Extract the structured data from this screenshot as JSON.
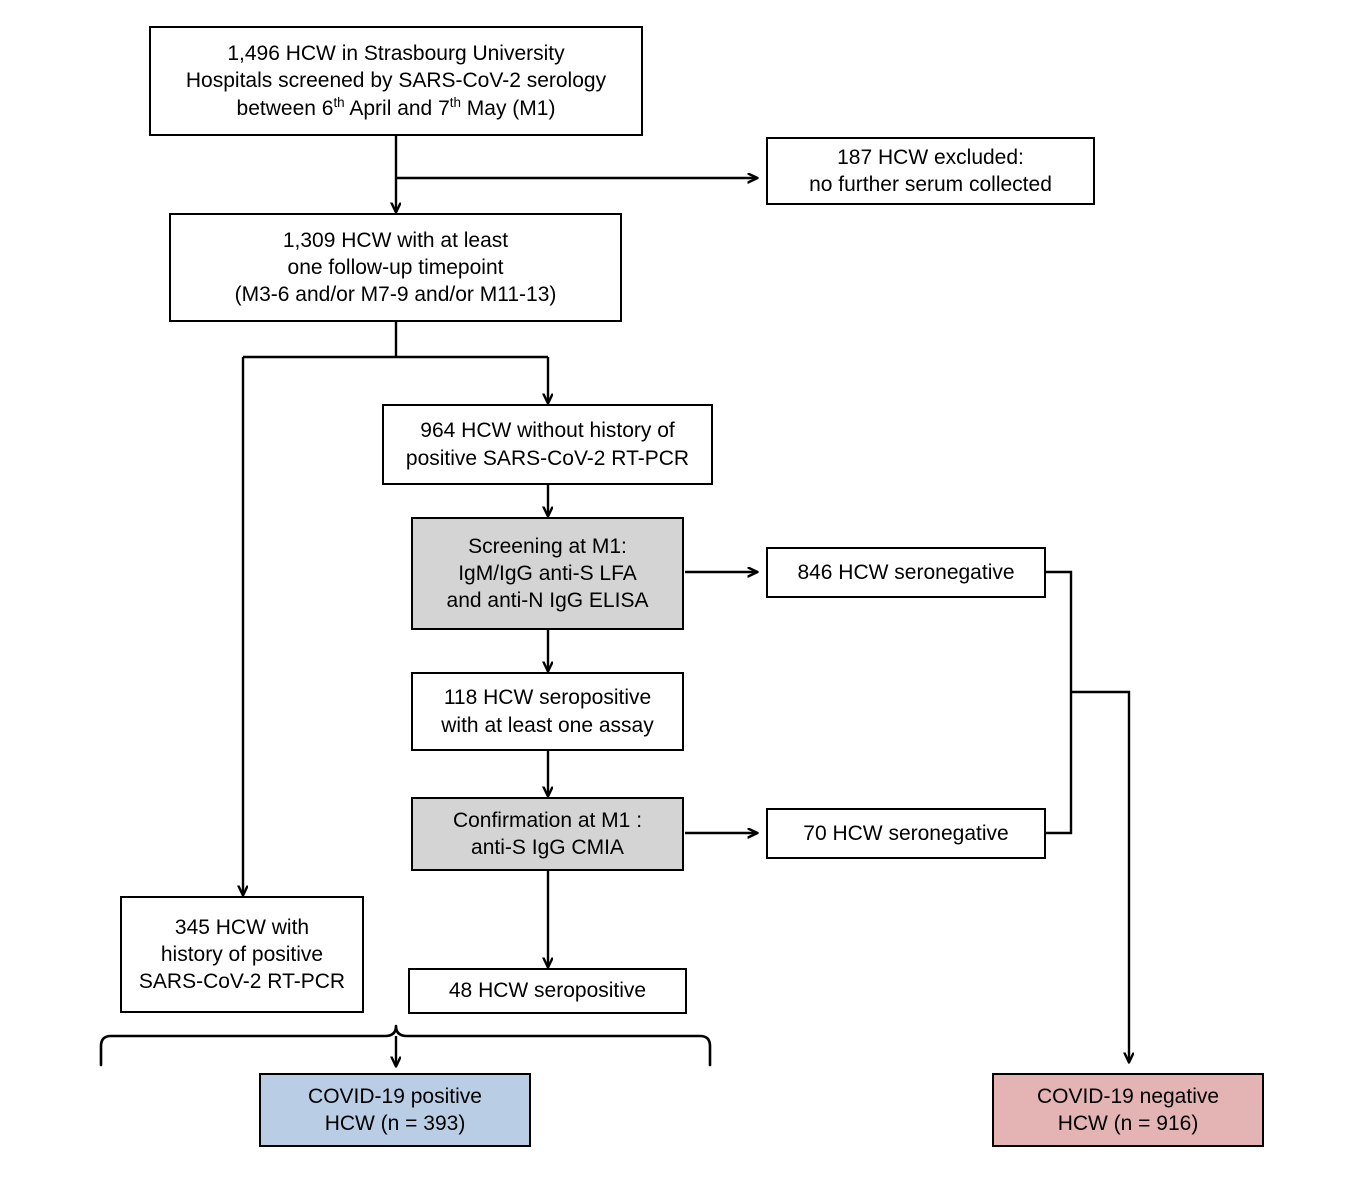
{
  "diagram": {
    "type": "flowchart",
    "title": "HCW SARS-CoV-2 serology study flow diagram",
    "colors": {
      "process_fill": "#d4d4d4",
      "positive_fill": "#b9cde5",
      "negative_fill": "#e4b3b3",
      "box_fill": "#ffffff",
      "stroke": "#000000"
    },
    "nodes": {
      "screened": {
        "lines": [
          "1,496 HCW in Strasbourg University",
          "Hospitals screened by SARS-CoV-2 serology",
          "between 6th April and 7th May (M1)"
        ],
        "line3_pre": "between 6",
        "line3_sup1": "th",
        "line3_mid": " April and 7",
        "line3_sup2": "th",
        "line3_post": " May (M1)",
        "count": 1496
      },
      "excluded": {
        "lines": [
          "187 HCW excluded:",
          "no further serum collected"
        ],
        "count": 187
      },
      "followup": {
        "lines": [
          "1,309 HCW with at least",
          "one follow-up timepoint",
          "(M3-6 and/or M7-9 and/or M11-13)"
        ],
        "count": 1309
      },
      "no_history": {
        "lines": [
          "964 HCW without history of",
          "positive SARS-CoV-2 RT-PCR"
        ],
        "count": 964
      },
      "screening_assay": {
        "lines": [
          "Screening at M1:",
          "IgM/IgG anti-S LFA",
          "and anti-N IgG ELISA"
        ]
      },
      "seroneg_846": {
        "lines": [
          "846 HCW seronegative"
        ],
        "count": 846
      },
      "seropos_118": {
        "lines": [
          "118 HCW seropositive",
          "with at least one assay"
        ],
        "count": 118
      },
      "confirmation_assay": {
        "lines": [
          "Confirmation at M1 :",
          "anti-S IgG CMIA"
        ]
      },
      "seroneg_70": {
        "lines": [
          "70 HCW seronegative"
        ],
        "count": 70
      },
      "history_345": {
        "lines": [
          "345 HCW with",
          "history of positive",
          "SARS-CoV-2 RT-PCR"
        ],
        "count": 345
      },
      "seropos_48": {
        "lines": [
          "48 HCW seropositive"
        ],
        "count": 48
      },
      "covid_positive": {
        "lines": [
          "COVID-19 positive",
          "HCW (n = 393)"
        ],
        "count": 393
      },
      "covid_negative": {
        "lines": [
          "COVID-19 negative",
          "HCW (n = 916)"
        ],
        "count": 916
      }
    }
  }
}
